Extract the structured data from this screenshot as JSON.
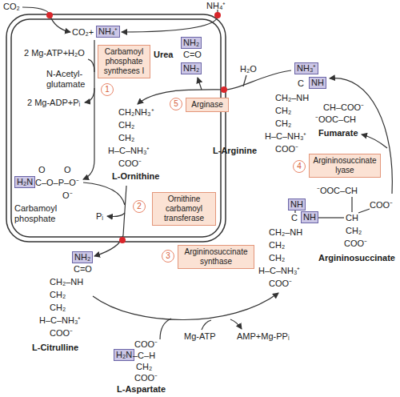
{
  "diagram": {
    "nodes": [
      {
        "text": [
          "NH₄⁺"
        ]
      },
      {
        "text": [
          "Carbamoyl phosphate syntheses I"
        ]
      },
      {
        "text": [
          "1"
        ]
      },
      {
        "text": [
          "H₂N"
        ]
      },
      {
        "text": [
          "Ornithine carbamoyl transferase"
        ]
      },
      {
        "text": [
          "2"
        ]
      },
      {
        "text": [
          "NH₂"
        ]
      },
      {
        "text": [
          "NH₂"
        ]
      },
      {
        "text": [
          "5"
        ]
      },
      {
        "text": [
          "Arginase"
        ]
      },
      {
        "text": [
          "NH₃⁺"
        ]
      },
      {
        "text": [
          "NH"
        ]
      },
      {
        "text": [
          "Argininosuccinate lyase"
        ]
      },
      {
        "text": [
          "4"
        ]
      },
      {
        "text": [
          "NH"
        ]
      },
      {
        "text": [
          "NH"
        ]
      },
      {
        "text": [
          "NH₂"
        ]
      },
      {
        "text": [
          "Argininosuccinate synthase"
        ]
      },
      {
        "text": [
          "3"
        ]
      },
      {
        "text": [
          "H₂N"
        ]
      }
    ],
    "labels": [
      "CO₂",
      "NH₄⁺",
      "CO₂+",
      "2 Mg-ATP+H₂O",
      "N-Acetyl- glutamate",
      "2 Mg-ADP+Pᵢ",
      "Urea",
      "C=O",
      "H₂O",
      "CH₂NH₃⁺",
      "CH₂",
      "CH₂",
      "H–C–NH₃⁺",
      "COO⁻",
      "L-Ornithine",
      "O",
      "O",
      "C–O–P–O⁻",
      "O⁻",
      "Carbamoyl phosphate",
      "Pᵢ",
      "C=O",
      "CH₂–NH",
      "CH₂",
      "CH₂",
      "H–C–NH₃⁺",
      "COO⁻",
      "L-Citrulline",
      "Mg-ATP",
      "AMP+Mg-PPᵢ",
      "COO⁻",
      "–C–H",
      "CH₂",
      "COO⁻",
      "L-Aspartate",
      "⁻OOC–CH",
      "COO⁻",
      "C",
      "CH",
      "CH₂",
      "COO⁻",
      "Argininosuccinate",
      "CH₂–NH",
      "CH₂",
      "CH₂",
      "H–C–NH₃⁺",
      "COO⁻",
      "CH–COO⁻",
      "⁻OOC–CH",
      "Fumarate",
      "C",
      "CH₂–NH",
      "CH₂",
      "CH₂",
      "H–C–NH₃⁺",
      "COO⁻",
      "L-Arginine"
    ]
  }
}
